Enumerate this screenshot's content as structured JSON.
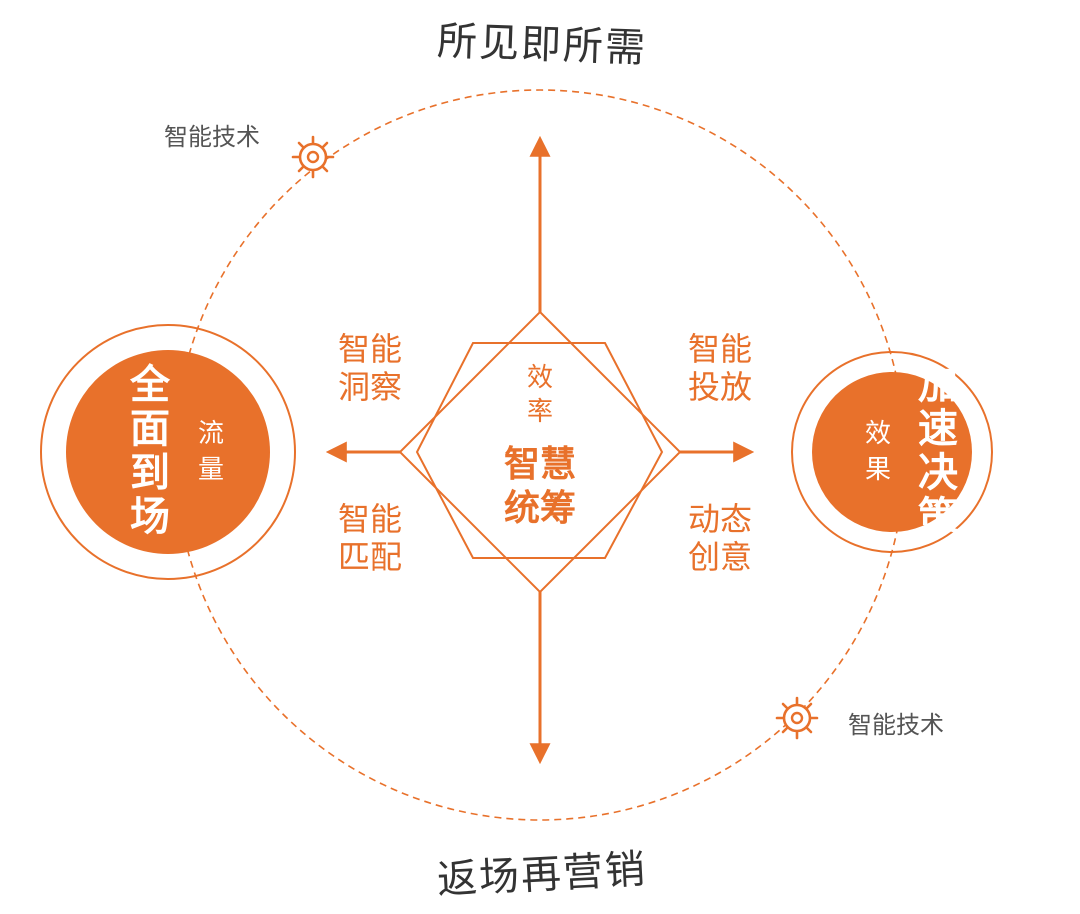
{
  "top_label": "所见即所需",
  "bottom_label": "返场再营销",
  "tech_label_top": "智能技术",
  "tech_label_bottom": "智能技术",
  "left_node": {
    "title_line1": "全面",
    "title_line2": "到场",
    "sub_line1": "流",
    "sub_line2": "量"
  },
  "right_node": {
    "title_line1": "加速",
    "title_line2": "决策",
    "sub_line1": "效",
    "sub_line2": "果"
  },
  "center": {
    "top_line1": "效",
    "top_line2": "率",
    "title_line1": "智慧",
    "title_line2": "统筹"
  },
  "quadrants": {
    "upper_left_line1": "智能",
    "upper_left_line2": "洞察",
    "lower_left_line1": "智能",
    "lower_left_line2": "匹配",
    "upper_right_line1": "智能",
    "upper_right_line2": "投放",
    "lower_right_line1": "动态",
    "lower_right_line2": "创意"
  },
  "icons": {
    "gear_top": "gear-icon",
    "gear_bottom": "gear-icon"
  },
  "colors": {
    "accent": "#E8712B",
    "text_gray": "#555555",
    "text_dark": "#333333",
    "white": "#ffffff"
  }
}
